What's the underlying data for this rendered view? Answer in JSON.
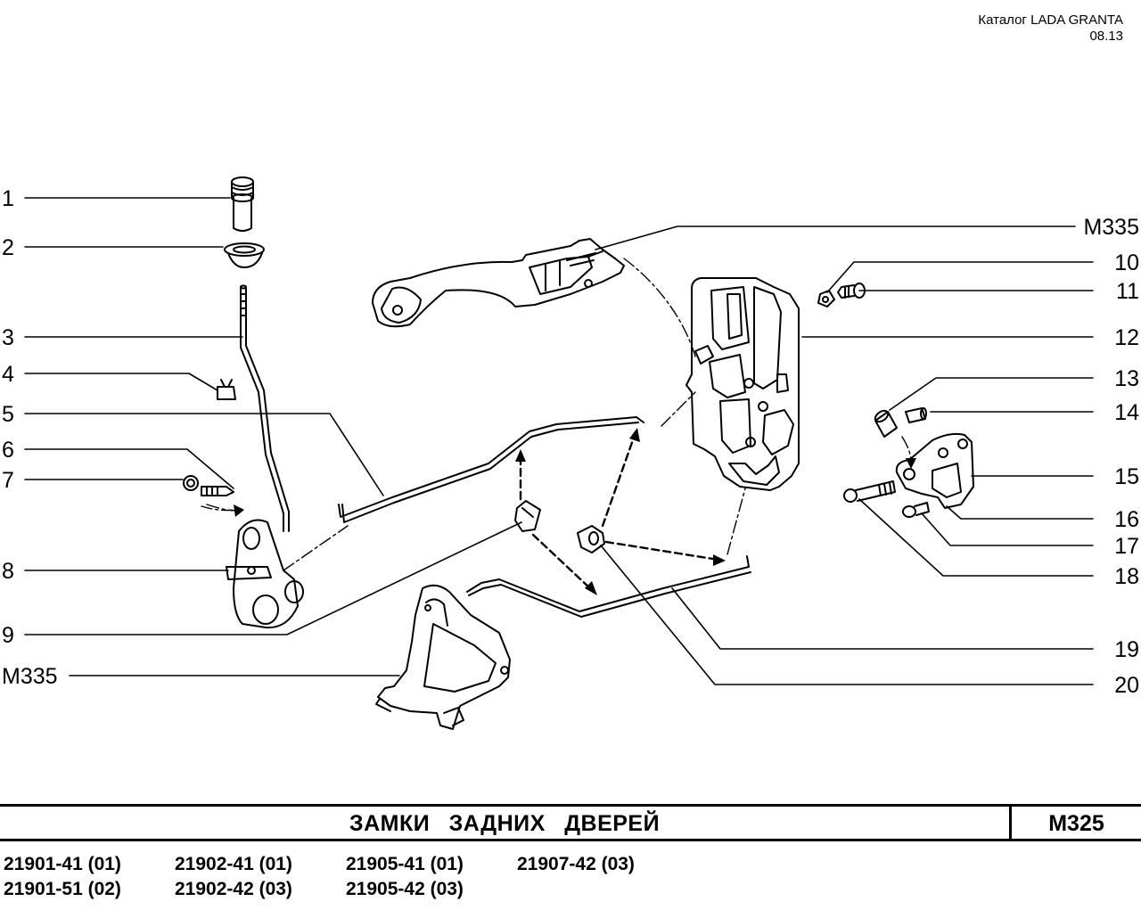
{
  "header": {
    "catalog": "Каталог  LADA  GRANTA",
    "date": "08.13"
  },
  "callouts": {
    "c1": "1",
    "c2": "2",
    "c3": "3",
    "c4": "4",
    "c5": "5",
    "c6": "6",
    "c7": "7",
    "c8": "8",
    "c9": "9",
    "m335_left": "M335",
    "m335_right": "M335",
    "c10": "10",
    "c11": "11",
    "c12": "12",
    "c13": "13",
    "c14": "14",
    "c15": "15",
    "c16": "16",
    "c17": "17",
    "c18": "18",
    "c19": "19",
    "c20": "20"
  },
  "title": {
    "name": "ЗАМКИ    ЗАДНИХ    ДВЕРЕЙ",
    "code": "M325"
  },
  "models": {
    "r1c1": "21901-41 (01)",
    "r1c2": "21902-41 (01)",
    "r1c3": "21905-41 (01)",
    "r1c4": "21907-42 (03)",
    "r2c1": "21901-51 (02)",
    "r2c2": "21902-42 (03)",
    "r2c3": "21905-42 (03)"
  }
}
